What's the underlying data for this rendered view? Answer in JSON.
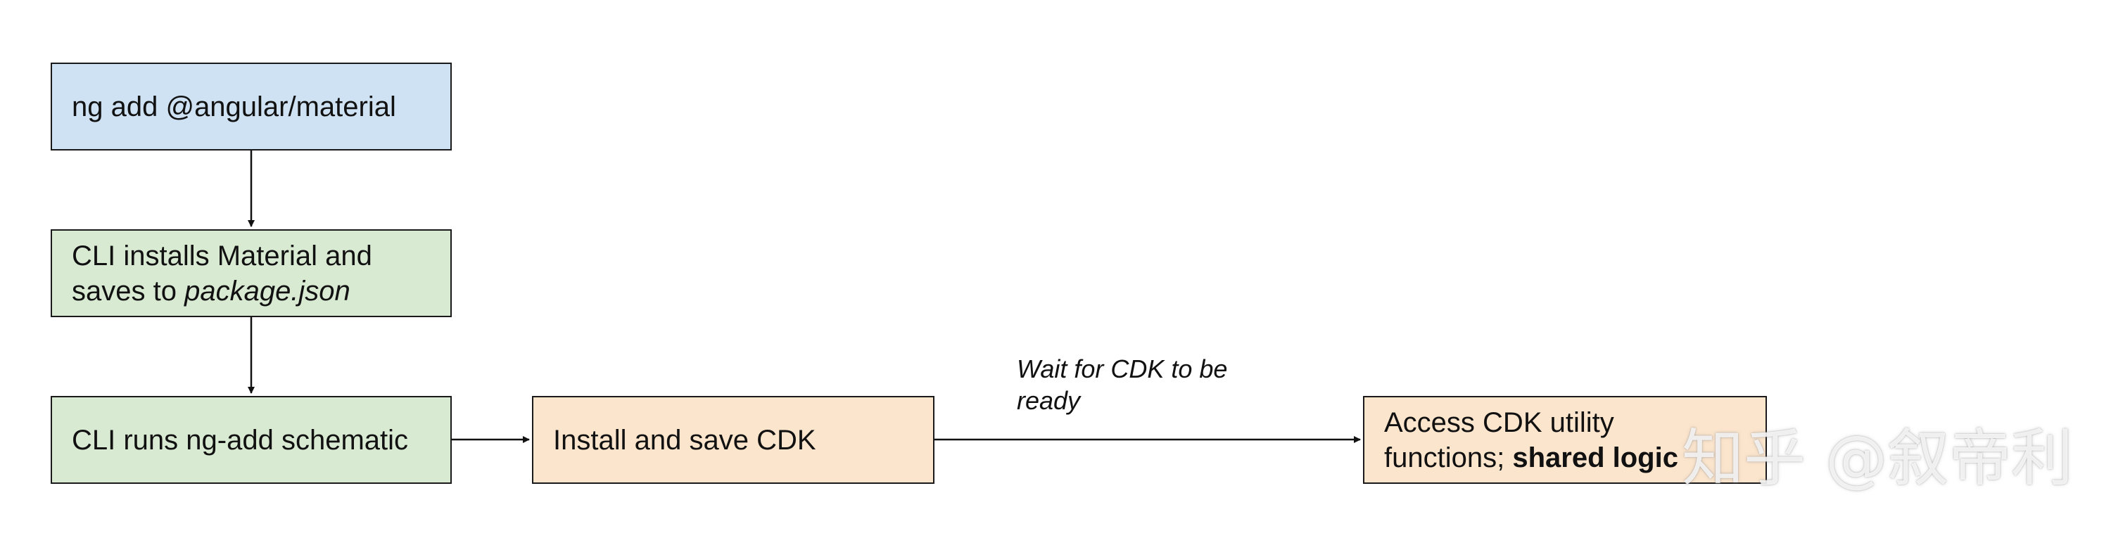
{
  "boxes": {
    "ng_add": {
      "text": "ng add @angular/material",
      "color": "#cfe2f3"
    },
    "cli_installs": {
      "line1": "CLI installs Material and",
      "line2_prefix": "saves to ",
      "line2_italic": "package.json",
      "color": "#d9ead3"
    },
    "cli_runs": {
      "text": "CLI runs ng-add schematic",
      "color": "#d9ead3"
    },
    "install_cdk": {
      "text": "Install and save CDK",
      "color": "#fce5cd"
    },
    "access_cdk": {
      "line1": "Access CDK utility",
      "line2_prefix": "functions; ",
      "line2_bold": "shared logic",
      "color": "#fce5cd"
    }
  },
  "edge_label": {
    "line1": "Wait for CDK to be",
    "line2": "ready"
  },
  "watermark": "知乎 @叙帝利"
}
